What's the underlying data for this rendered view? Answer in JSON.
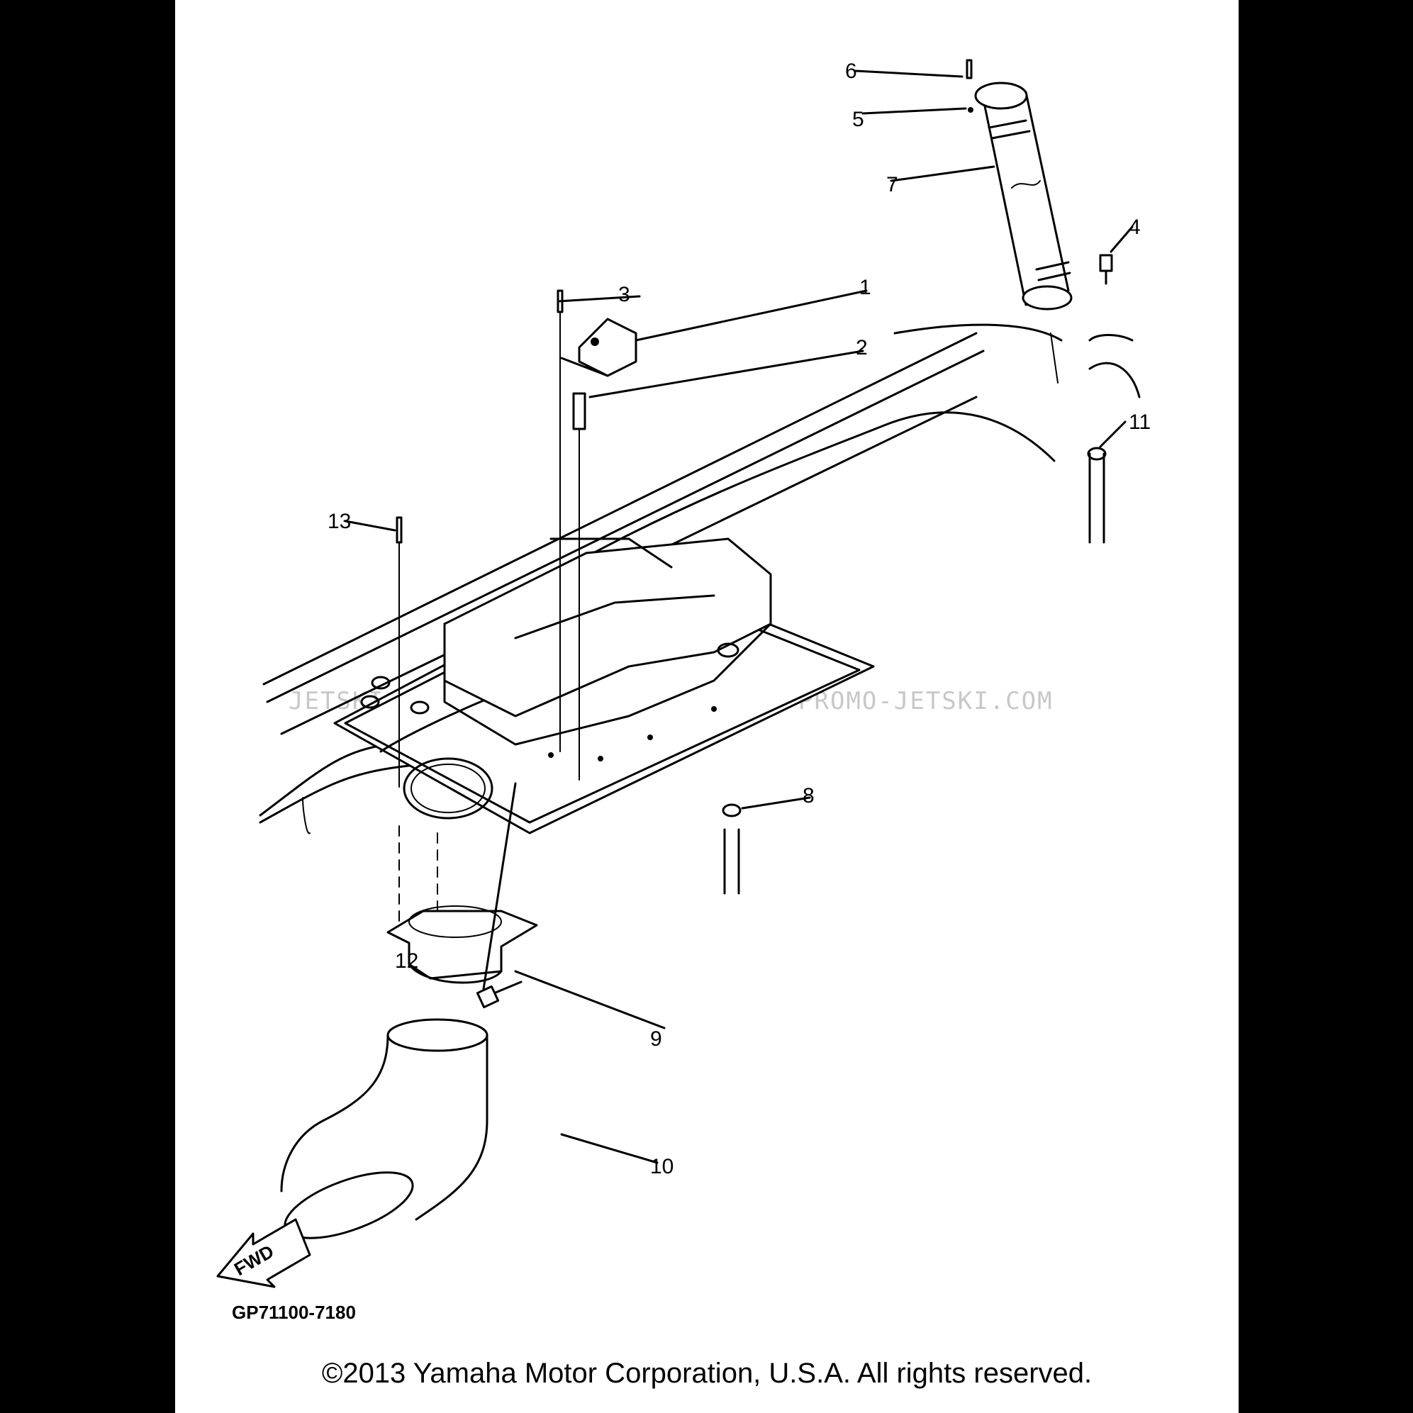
{
  "diagram": {
    "callouts": {
      "c1": "1",
      "c2": "2",
      "c3": "3",
      "c4": "4",
      "c5": "5",
      "c6": "6",
      "c7": "7",
      "c8": "8",
      "c9": "9",
      "c10": "10",
      "c11": "11",
      "c12": "12",
      "c13": "13"
    },
    "fwd_label": "FWD",
    "drawing_code": "GP71100-7180",
    "watermark": "JETSKI.COM · PROMO-JETSKI.COM · PROMO-JETSKI.COM"
  },
  "footer": {
    "copyright": "©2013 Yamaha Motor Corporation, U.S.A. All rights reserved."
  }
}
